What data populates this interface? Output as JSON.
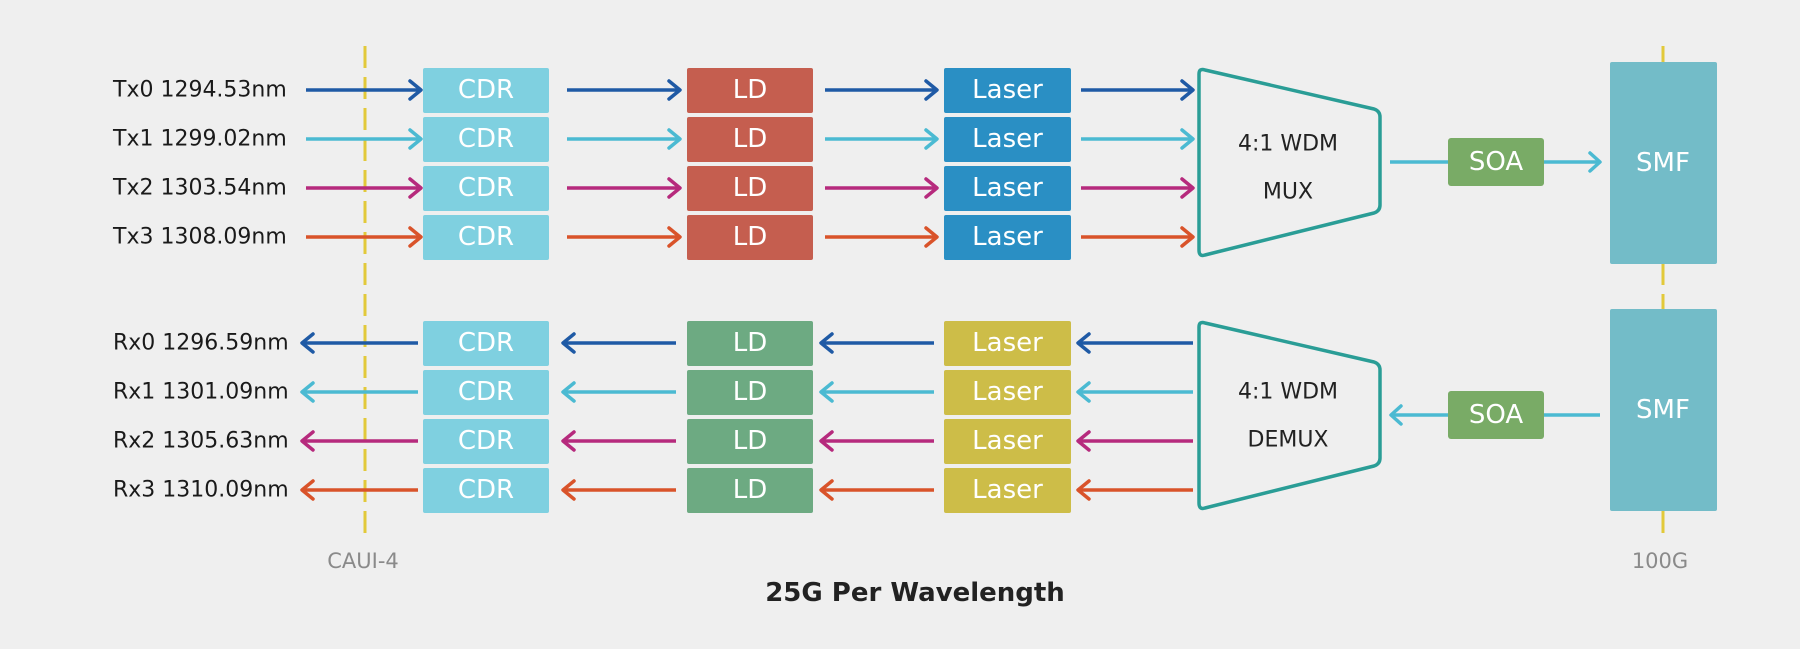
{
  "colors": {
    "background": "#efefef",
    "cdr": "#7fd0e0",
    "tx_ld": "#c55e4f",
    "tx_laser": "#2a8fc4",
    "rx_ld": "#6daa82",
    "rx_laser": "#cdbd48",
    "wdm_stroke": "#2a9d96",
    "soa": "#79ab66",
    "smf": "#73bcc8",
    "dashed_line": "#e2c93a",
    "lanes": [
      "#1f5aa5",
      "#4bbad2",
      "#b62a7d",
      "#d9532a"
    ]
  },
  "tx": {
    "channels": [
      "Tx0 1294.53nm",
      "Tx1 1299.02nm",
      "Tx2 1303.54nm",
      "Tx3 1308.09nm"
    ],
    "cdr_label": "CDR",
    "ld_label": "LD",
    "laser_label": "Laser",
    "wdm_line1": "4:1 WDM",
    "wdm_line2": "MUX",
    "soa_label": "SOA",
    "smf_label": "SMF"
  },
  "rx": {
    "channels": [
      "Rx0 1296.59nm",
      "Rx1 1301.09nm",
      "Rx2 1305.63nm",
      "Rx3 1310.09nm"
    ],
    "cdr_label": "CDR",
    "ld_label": "LD",
    "laser_label": "Laser",
    "wdm_line1": "4:1 WDM",
    "wdm_line2": "DEMUX",
    "soa_label": "SOA",
    "smf_label": "SMF"
  },
  "labels": {
    "left_interface": "CAUI-4",
    "right_interface": "100G",
    "caption": "25G Per Wavelength"
  }
}
